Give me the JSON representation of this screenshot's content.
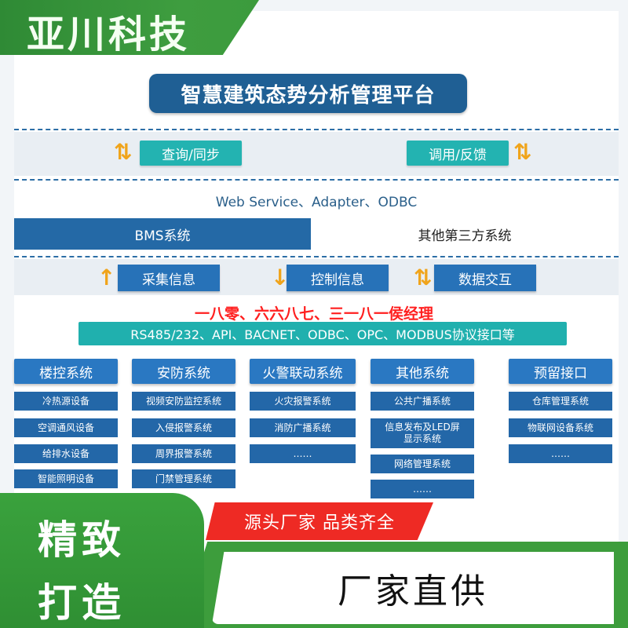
{
  "brand": {
    "name": "亚川科技"
  },
  "title": "智慧建筑态势分析管理平台",
  "interface": {
    "left_label": "查询/同步",
    "right_label": "调用/反馈"
  },
  "middleware": "Web Service、Adapter、ODBC",
  "systems": {
    "bms": "BMS系统",
    "third_party": "其他第三方系统"
  },
  "flows": [
    {
      "label": "采集信息",
      "arrow": "up"
    },
    {
      "label": "控制信息",
      "arrow": "down"
    },
    {
      "label": "数据交互",
      "arrow": "up-down"
    }
  ],
  "overlay_text": "一八零、六六八七、三一八一侯经理",
  "protocols": "RS485/232、API、BACNET、ODBC、OPC、MODBUS协议接口等",
  "columns": [
    {
      "title": "楼控系统",
      "items": [
        "冷热源设备",
        "空调通风设备",
        "给排水设备",
        "智能照明设备"
      ]
    },
    {
      "title": "安防系统",
      "items": [
        "视频安防监控系统",
        "入侵报警系统",
        "周界报警系统",
        "门禁管理系统"
      ]
    },
    {
      "title": "火警联动系统",
      "items": [
        "火灾报警系统",
        "消防广播系统",
        "……"
      ]
    },
    {
      "title": "其他系统",
      "items": [
        "公共广播系统",
        "信息发布及LED屏显示系统",
        "网络管理系统",
        "……"
      ]
    },
    {
      "title": "预留接口",
      "items": [
        "仓库管理系统",
        "物联网设备系统",
        "……"
      ]
    }
  ],
  "promo": {
    "fine": "精致",
    "craft": "打造",
    "source": "源头厂家  品类齐全",
    "direct": "厂家直供"
  },
  "colors": {
    "title_blue": "#1f5f94",
    "teal": "#23b3b1",
    "bms_blue": "#2469a6",
    "accent_orange": "#f0a41b",
    "brand_green": "#3a9d3c",
    "promo_red": "#ee2a24"
  }
}
